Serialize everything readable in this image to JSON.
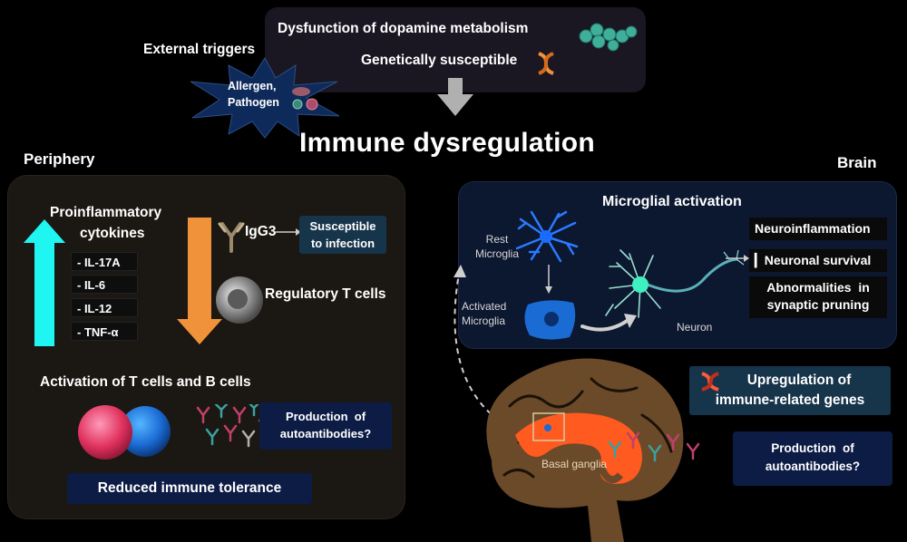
{
  "title": "Immune dysregulation",
  "triggers": {
    "external": "External triggers",
    "allergen_line1": "Allergen,",
    "allergen_line2": "Pathogen",
    "dopamine": "Dysfunction of dopamine metabolism",
    "genetic": "Genetically susceptible"
  },
  "periphery": {
    "heading": "Periphery",
    "proinflammatory_line1": "Proinflammatory",
    "proinflammatory_line2": "cytokines",
    "cytokines": [
      "- IL-17A",
      "- IL-6",
      "- IL-12",
      "- TNF-α"
    ],
    "igg3": "IgG3",
    "susceptible_line1": "Susceptible",
    "susceptible_line2": "to infection",
    "treg": "Regulatory T cells",
    "activation": "Activation of T cells and B cells",
    "autoab_line1": "Production  of",
    "autoab_line2": "autoantibodies?",
    "tolerance": "Reduced immune tolerance"
  },
  "brain": {
    "heading": "Brain",
    "microglial": "Microglial activation",
    "rest_line1": "Rest",
    "rest_line2": "Microglia",
    "activated_line1": "Activated",
    "activated_line2": "Microglia",
    "neuron": "Neuron",
    "effects": {
      "neuroinflammation": "Neuroinflammation",
      "survival": "Neuronal survival",
      "abnormal_line1": "Abnormalities  in",
      "abnormal_line2": "synaptic pruning"
    },
    "upregulation_line1": "Upregulation of",
    "upregulation_line2": "immune-related genes",
    "autoab_line1": "Production  of",
    "autoab_line2": "autoantibodies?",
    "basal": "Basal ganglia"
  },
  "colors": {
    "cyan": "#1ff6f2",
    "orange": "#f0923a",
    "navy": "#0d1c45",
    "teal_box": "#16344a",
    "brain_brown": "#6b4a2a",
    "basal_orange": "#ff5a1f"
  }
}
